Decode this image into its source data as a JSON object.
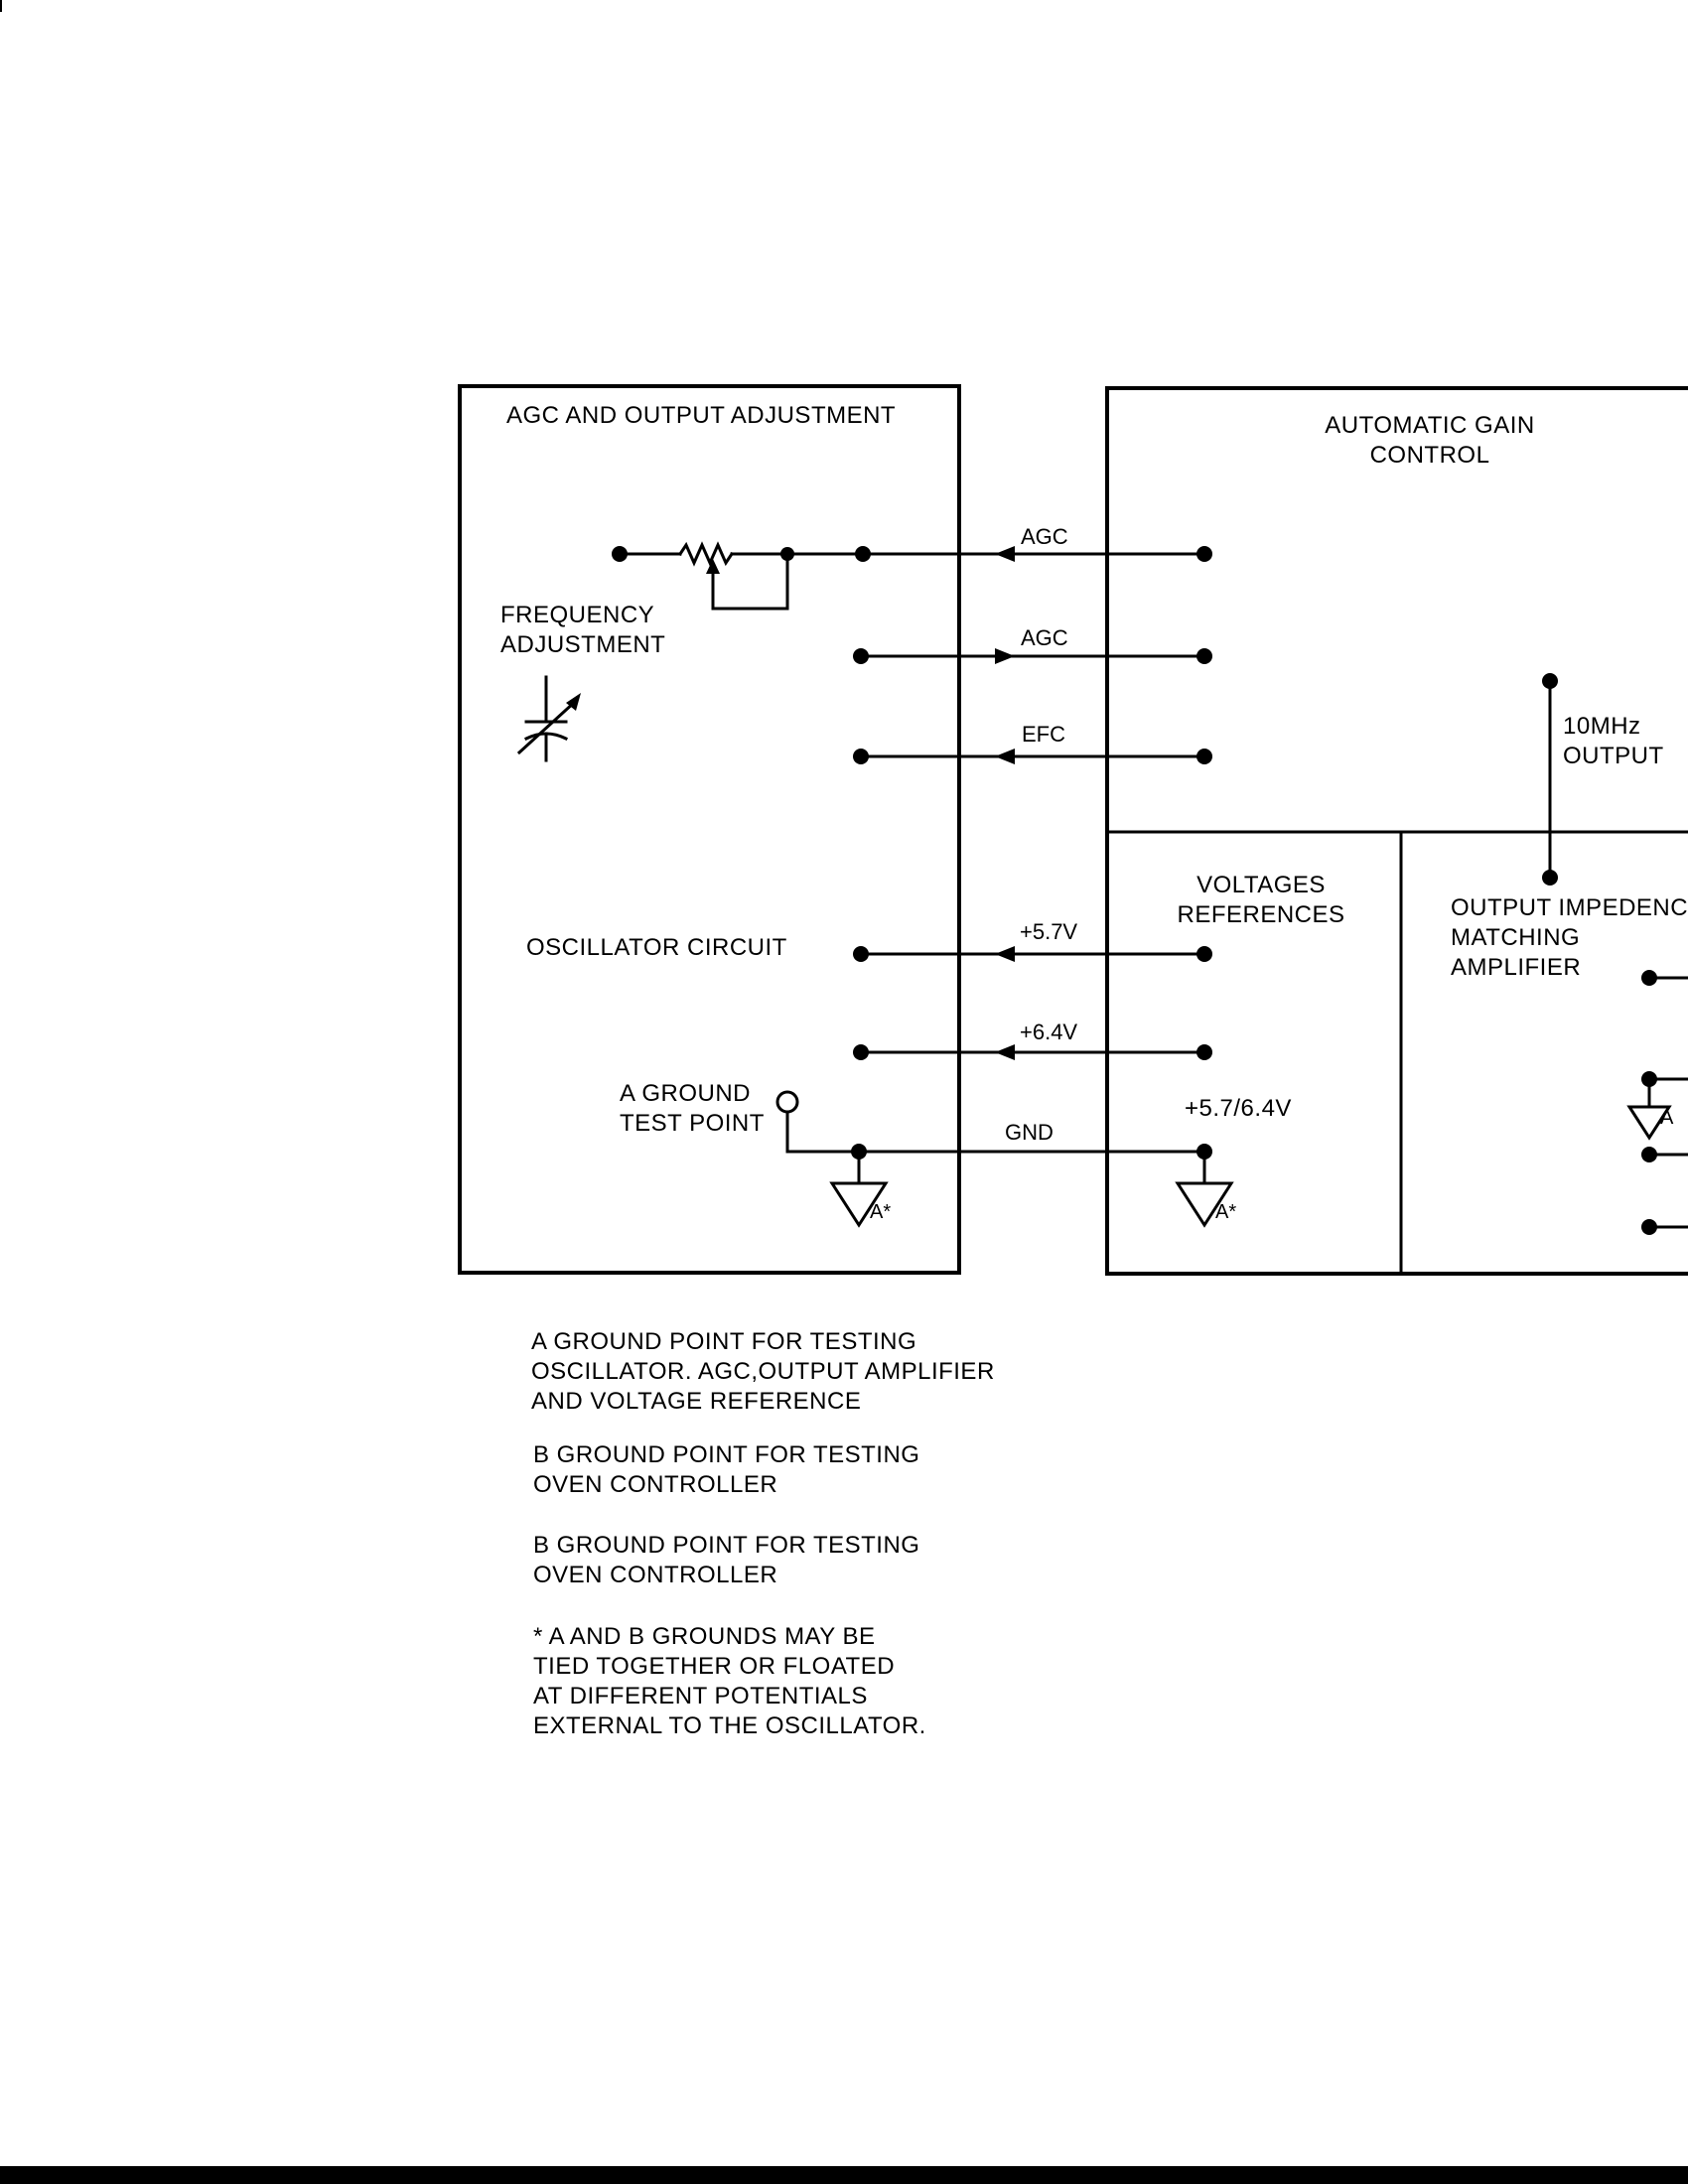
{
  "blocks": {
    "agc_adjust": {
      "title": "AGC AND OUTPUT ADJUSTMENT"
    },
    "agc_control": {
      "title_line1": "AUTOMATIC GAIN",
      "title_line2": "CONTROL"
    },
    "voltage_ref": {
      "title_line1": "VOLTAGES",
      "title_line2": "REFERENCES",
      "level": "+5.7/6.4V"
    },
    "output_amp": {
      "title_line1": "OUTPUT IMPEDENC",
      "title_line2": "MATCHING",
      "title_line3": "AMPLIFIER"
    }
  },
  "labels": {
    "freq_adj_line1": "FREQUENCY",
    "freq_adj_line2": "ADJUSTMENT",
    "oscillator": "OSCILLATOR CIRCUIT",
    "test_point_line1": "A GROUND",
    "test_point_line2": "TEST POINT",
    "output_line1": "10MHz",
    "output_line2": "OUTPUT"
  },
  "signals": {
    "agc_in": "AGC",
    "agc_out": "AGC",
    "efc": "EFC",
    "v57": "+5.7V",
    "v64": "+6.4V",
    "gnd": "GND"
  },
  "ground_symbols": {
    "main": "A",
    "star": "*",
    "partial": "A"
  },
  "notes": [
    [
      "A GROUND POINT FOR TESTING",
      "OSCILLATOR. AGC,OUTPUT AMPLIFIER",
      "AND VOLTAGE REFERENCE"
    ],
    [
      "B GROUND POINT FOR TESTING",
      "OVEN CONTROLLER"
    ],
    [
      "B GROUND POINT FOR TESTING",
      "OVEN CONTROLLER"
    ],
    [
      "* A AND B GROUNDS MAY BE",
      "TIED TOGETHER OR FLOATED",
      "AT DIFFERENT POTENTIALS",
      "EXTERNAL TO THE OSCILLATOR."
    ]
  ]
}
